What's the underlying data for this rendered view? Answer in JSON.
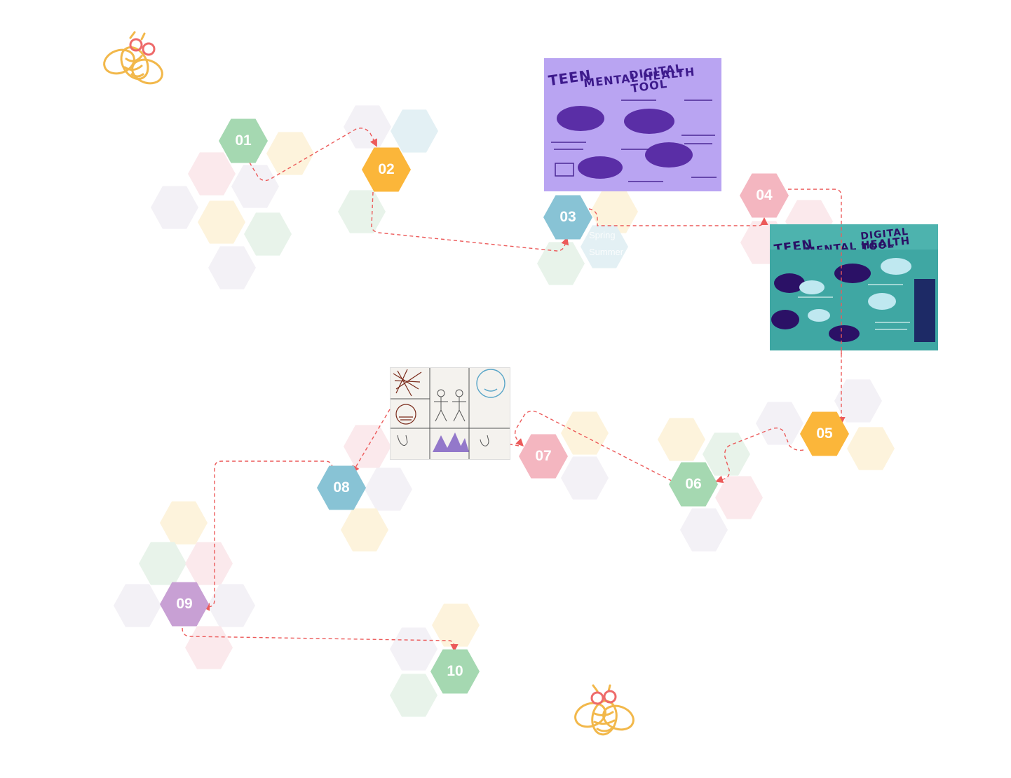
{
  "steps": [
    {
      "label": "01",
      "color": "#a5d8b1"
    },
    {
      "label": "02",
      "color": "#fbb63a"
    },
    {
      "label": "03",
      "color": "#88c3d5"
    },
    {
      "label": "04",
      "color": "#f4b6c0"
    },
    {
      "label": "05",
      "color": "#fbb63a"
    },
    {
      "label": "06",
      "color": "#a5d8b1"
    },
    {
      "label": "07",
      "color": "#f4b6c0"
    },
    {
      "label": "08",
      "color": "#88c3d5"
    },
    {
      "label": "09",
      "color": "#c8a0d4"
    },
    {
      "label": "10",
      "color": "#a5d8b1"
    }
  ],
  "posters": {
    "purple": {
      "title_line1": "TEEN",
      "title_line2": "MENTAL HEALTH",
      "title_line3": "DIGITAL TOOL"
    },
    "teal": {
      "title_line1": "TEEN",
      "title_line2": "MENTAL HEALTH",
      "title_line3": "DIGITAL TOOL"
    }
  },
  "ghost_text": {
    "line1": "Spring",
    "line2": "Summer"
  },
  "colors": {
    "path": "#ec5a5a",
    "mascot": "#f2b84b",
    "mascot_glasses": "#ee6a6a",
    "hex_yellow": "#fdf3dc",
    "hex_pink": "#fbe9ec",
    "hex_gray": "#f3f1f6",
    "hex_green": "#e8f3ea",
    "hex_blue": "#e3f0f4"
  }
}
